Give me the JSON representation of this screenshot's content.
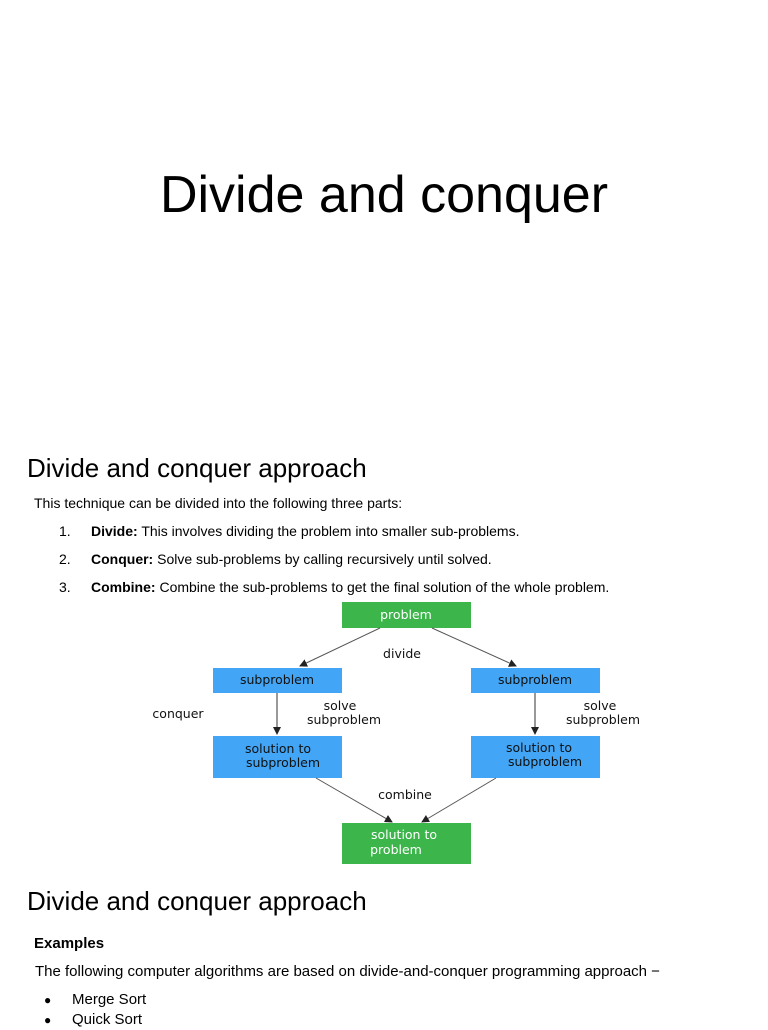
{
  "slide1": {
    "title": "Divide and conquer"
  },
  "slide2": {
    "heading": "Divide and conquer approach",
    "intro": "This technique can be divided into the following three parts:",
    "steps": [
      {
        "num": "1.",
        "term": "Divide:",
        "text": " This involves dividing the problem into smaller sub-problems."
      },
      {
        "num": "2.",
        "term": "Conquer:",
        "text": " Solve sub-problems by calling recursively until solved."
      },
      {
        "num": "3.",
        "term": "Combine:",
        "text": " Combine the sub-problems to get the final solution of the whole problem."
      }
    ],
    "diagram": {
      "colors": {
        "green": "#3cb54a",
        "blue": "#42a5f5"
      },
      "problem": "problem",
      "divide": "divide",
      "subproblem_left": "subproblem",
      "subproblem_right": "subproblem",
      "conquer": "conquer",
      "solve_left": [
        "solve",
        "subproblem"
      ],
      "solve_right": [
        "solve",
        "subproblem"
      ],
      "solution_left": [
        "solution to",
        "subproblem"
      ],
      "solution_right": [
        "solution to",
        "subproblem"
      ],
      "combine": "combine",
      "final": [
        "solution to",
        "problem"
      ]
    }
  },
  "slide3": {
    "heading": "Divide and conquer approach",
    "examples_label": "Examples",
    "examples_text": "The following computer algorithms are based on divide-and-conquer programming approach −",
    "bullet": "●",
    "algorithms": [
      "Merge Sort",
      "Quick Sort"
    ]
  }
}
